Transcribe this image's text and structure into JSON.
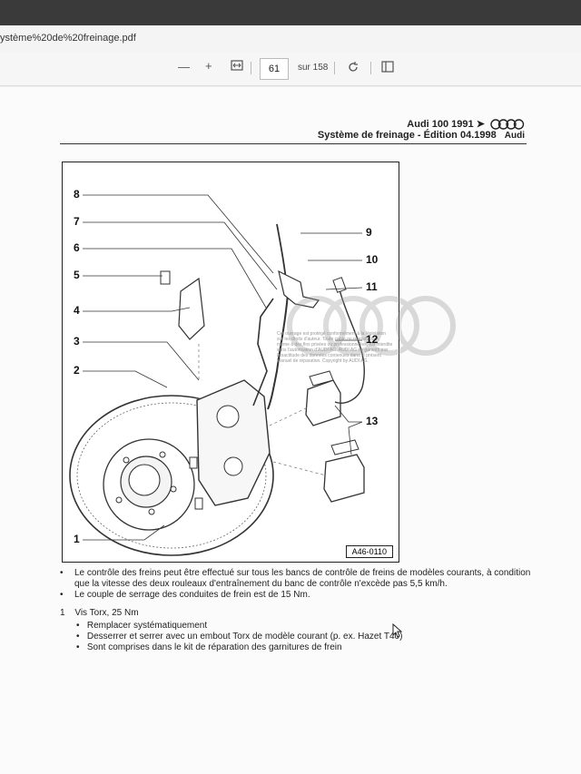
{
  "viewer": {
    "filename": "ystème%20de%20freinage.pdf",
    "minus": "—",
    "plus": "+",
    "page_number": "61",
    "page_count": "sur 158"
  },
  "doc": {
    "header_line1": "Audi 100 1991 ➤",
    "header_line2": "Système de freinage - Édition 04.1998",
    "brand": "Audi",
    "figure_ref": "A46-0110",
    "watermark_text": "Cet ouvrage est protégé conformément à la législation sur les droits d'auteur. Toute copie ou reproduction, même à des fins privées ou professionnelles, est interdite sans l'autorisation d'AUDI AG. AUDI AG ne garantit pas l'exactitude des données contenues dans le présent Manuel de réparation. Copyright by AUDI AG.",
    "callouts": [
      "1",
      "2",
      "3",
      "4",
      "5",
      "6",
      "7",
      "8",
      "9",
      "10",
      "11",
      "12",
      "13"
    ],
    "notes": [
      "Le contrôle des freins peut être effectué sur tous les bancs de contrôle de freins de modèles courants, à condition que la vitesse des deux rouleaux d'entraînement du banc de contrôle n'excède pas 5,5 km/h.",
      "Le couple de serrage des conduites de frein est de 15 Nm."
    ],
    "item1_number": "1",
    "item1_title": "Vis Torx, 25 Nm",
    "item1_points": [
      "Remplacer systématiquement",
      "Desserrer et serrer avec un embout Torx de modèle courant (p. ex. Hazet T40)",
      "Sont comprises dans le kit de réparation des garnitures de frein"
    ]
  }
}
